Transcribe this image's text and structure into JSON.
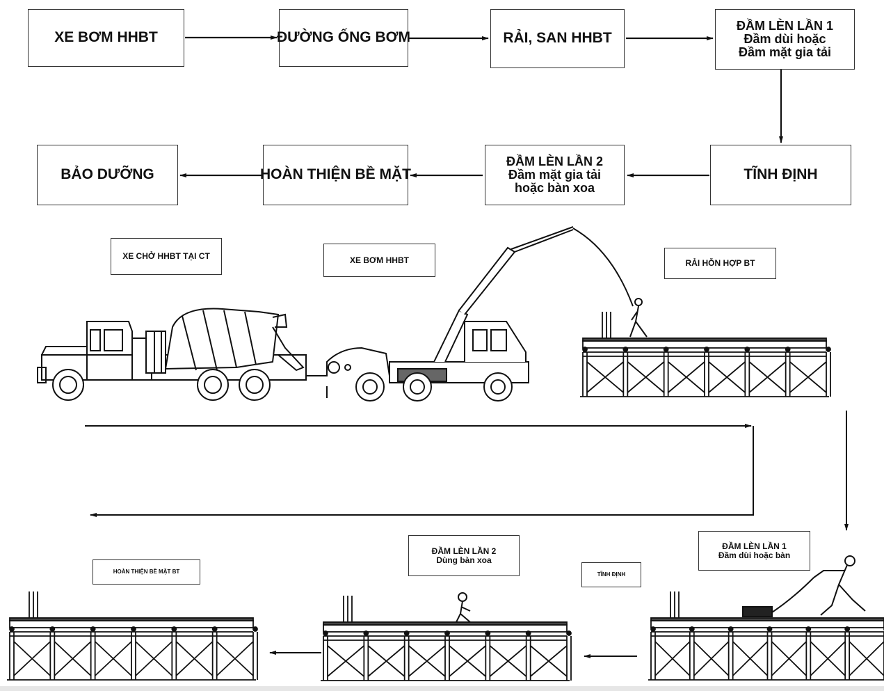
{
  "flow": {
    "box1": "XE BƠM HHBT",
    "box2": "ĐƯỜNG ỐNG BƠM",
    "box3": "RẢI, SAN HHBT",
    "box4": {
      "line1": "ĐẦM LÈN LẦN 1",
      "line2": "Đầm dùi hoặc",
      "line3": "Đầm mặt gia tải"
    },
    "box5": "TĨNH ĐỊNH",
    "box6": {
      "line1": "ĐẦM LÈN LẦN 2",
      "line2": "Đầm mặt gia tải",
      "line3": "hoặc bàn xoa"
    },
    "box7": "HOÀN THIỆN BỀ MẶT",
    "box8": "BẢO DƯỠNG"
  },
  "scene_labels": {
    "mixer_truck": "XE CHỞ HHBT TẠI CT",
    "pump_truck": "XE BƠM HHBT",
    "pour": "RẢI HỖN HỢP BT",
    "compact1": {
      "line1": "ĐẦM LÈN LẦN 1",
      "line2": "Đầm dùi hoặc bàn"
    },
    "settle": "TĨNH ĐỊNH",
    "compact2": {
      "line1": "ĐẦM LÈN LẦN 2",
      "line2": "Dùng bàn xoa"
    },
    "finish": "HOÀN THIỆN BỀ MẶT BT"
  },
  "colors": {
    "line": "#111111",
    "box_border": "#333333",
    "background": "#ffffff"
  }
}
